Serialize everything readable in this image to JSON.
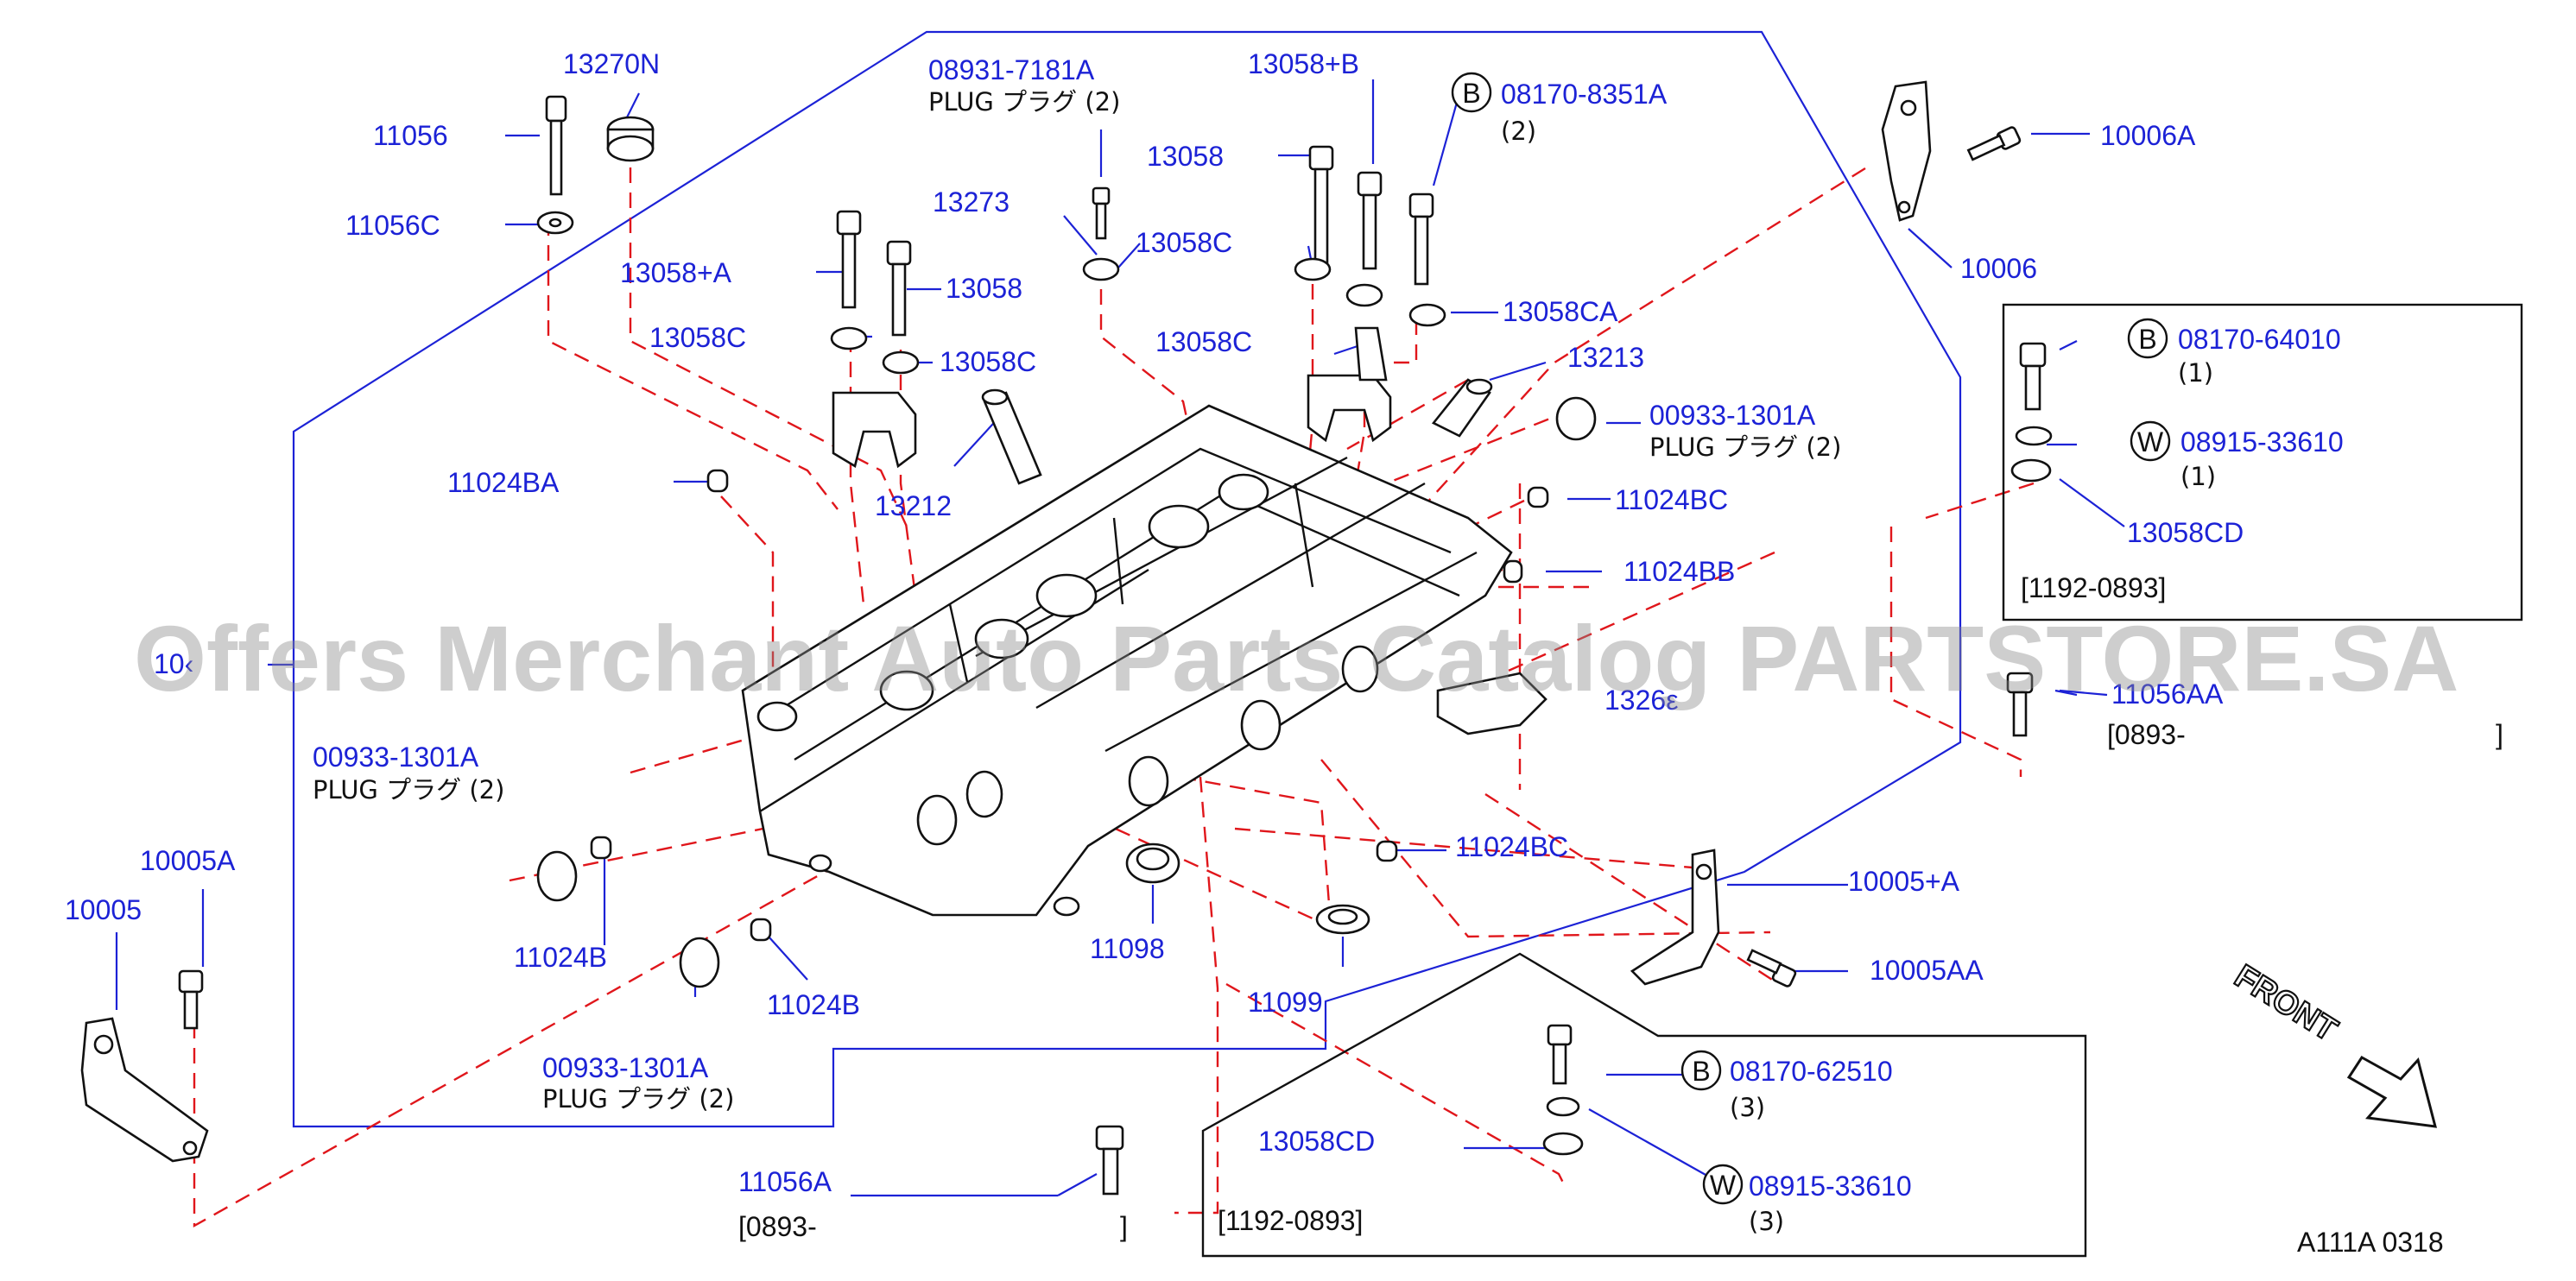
{
  "labels": {
    "p13270N": "13270N",
    "p11056": "11056",
    "p11056C": "11056C",
    "p08931": "08931-7181A",
    "plug1": "PLUG  プラグ (2)",
    "p13058B": "13058+B",
    "p08170_8351A": "08170-8351A",
    "q2a": "(2)",
    "p10006A": "10006A",
    "p13058_top": "13058",
    "p13273": "13273",
    "p13058C_a": "13058C",
    "p13058A": "13058+A",
    "p13058_mid": "13058",
    "p13058C_b": "13058C",
    "p13058C_c": "13058C",
    "p13058C_d": "13058C",
    "p13058CA": "13058CA",
    "p10006": "10006",
    "p13213": "13213",
    "p00933_a": "00933-1301A",
    "plug2": "PLUG  プラグ (2)",
    "p11024BA": "11024BA",
    "p13212": "13212",
    "p11024BC_a": "11024BC",
    "p11024BB": "11024BB",
    "p10_left": "10‹",
    "p13269": "1326ε",
    "p11056AA": "11056AA",
    "r0893_a_open": "[0893-",
    "r0893_a_close": "]",
    "p00933_b": "00933-1301A",
    "plug3": "PLUG  プラグ (2)",
    "p10005A": "10005A",
    "p10005": "10005",
    "p11024BC_b": "11024BC",
    "p10005pA": "10005+A",
    "p11024B_a": "11024B",
    "p11098": "11098",
    "p11024B_b": "11024B",
    "p10005AA": "10005AA",
    "p11099": "11099",
    "p00933_c": "00933-1301A",
    "plug4": "PLUG  プラグ (2)",
    "p08170_62510": "08170-62510",
    "q3a": "(3)",
    "p13058CD_a": "13058CD",
    "p11056A": "11056A",
    "p08915_b": "08915-33610",
    "q3b": "(3)",
    "r0893_b_open": "[0893-",
    "r0893_b_close": "]",
    "r1192_b": "[1192-0893]",
    "diagram_code": "A111A  0318"
  },
  "inset_top": {
    "p08170_64010": "08170-64010",
    "q1a": "(1)",
    "p08915_a": "08915-33610",
    "q1b": "(1)",
    "p13058CD": "13058CD",
    "range": "[1192-0893]"
  },
  "circles": {
    "b": "B",
    "w": "W"
  },
  "front": "FRONT",
  "watermark": "Offers Merchant Auto Parts Catalog PARTSTORE.SA",
  "colors": {
    "part_number": "#1c22d6",
    "leader_dash": "#e0161b",
    "outline": "#111111"
  }
}
